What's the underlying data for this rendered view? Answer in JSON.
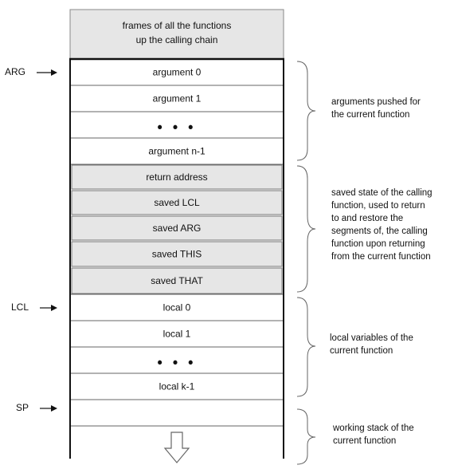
{
  "top_frame": {
    "line1": "frames of all the functions",
    "line2": "up the calling chain"
  },
  "cells": [
    {
      "label": "argument 0",
      "shaded": false
    },
    {
      "label": "argument 1",
      "shaded": false
    },
    {
      "label": "• • •",
      "shaded": false,
      "dots": true
    },
    {
      "label": "argument n-1",
      "shaded": false
    },
    {
      "label": "return address",
      "shaded": true
    },
    {
      "label": "saved LCL",
      "shaded": true
    },
    {
      "label": "saved ARG",
      "shaded": true
    },
    {
      "label": "saved THIS",
      "shaded": true
    },
    {
      "label": "saved THAT",
      "shaded": true
    },
    {
      "label": "local 0",
      "shaded": false
    },
    {
      "label": "local 1",
      "shaded": false
    },
    {
      "label": "• • •",
      "shaded": false,
      "dots": true
    },
    {
      "label": "local k-1",
      "shaded": false
    },
    {
      "label": "",
      "shaded": false
    }
  ],
  "pointers": {
    "arg": "ARG",
    "lcl": "LCL",
    "sp": "SP"
  },
  "annotations": {
    "arguments": [
      "arguments pushed  for",
      "the current function"
    ],
    "saved_state": [
      "saved state of the calling",
      "function, used to return",
      "to and restore the",
      "segments of, the calling",
      "function upon returning",
      "from the current function"
    ],
    "locals": [
      "local variables of the",
      "current function"
    ],
    "working_stack": [
      "working stack of the",
      "current function"
    ]
  },
  "colors": {
    "shaded_fill": "#e6e6e6",
    "border": "#555555",
    "outer_border": "#111111"
  }
}
